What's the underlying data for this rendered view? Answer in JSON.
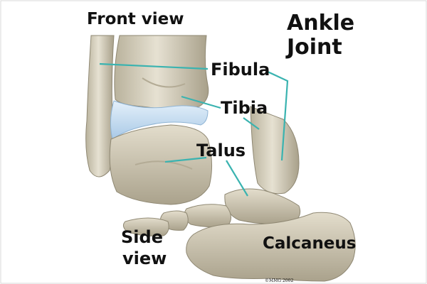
{
  "title": {
    "line1": "Ankle",
    "line2": "Joint"
  },
  "views": {
    "front": "Front view",
    "side_line1": "Side",
    "side_line2": "view"
  },
  "labels": {
    "fibula": "Fibula",
    "tibia": "Tibia",
    "talus": "Talus",
    "calcaneus": "Calcaneus"
  },
  "copyright": "©MMG 2002",
  "colors": {
    "background": "#ffffff",
    "bone": "#d8d2bf",
    "bone_shadow": "#a59e88",
    "cartilage": "#cfe4f5",
    "leader_line": "#3ab3b0",
    "text": "#111111"
  }
}
